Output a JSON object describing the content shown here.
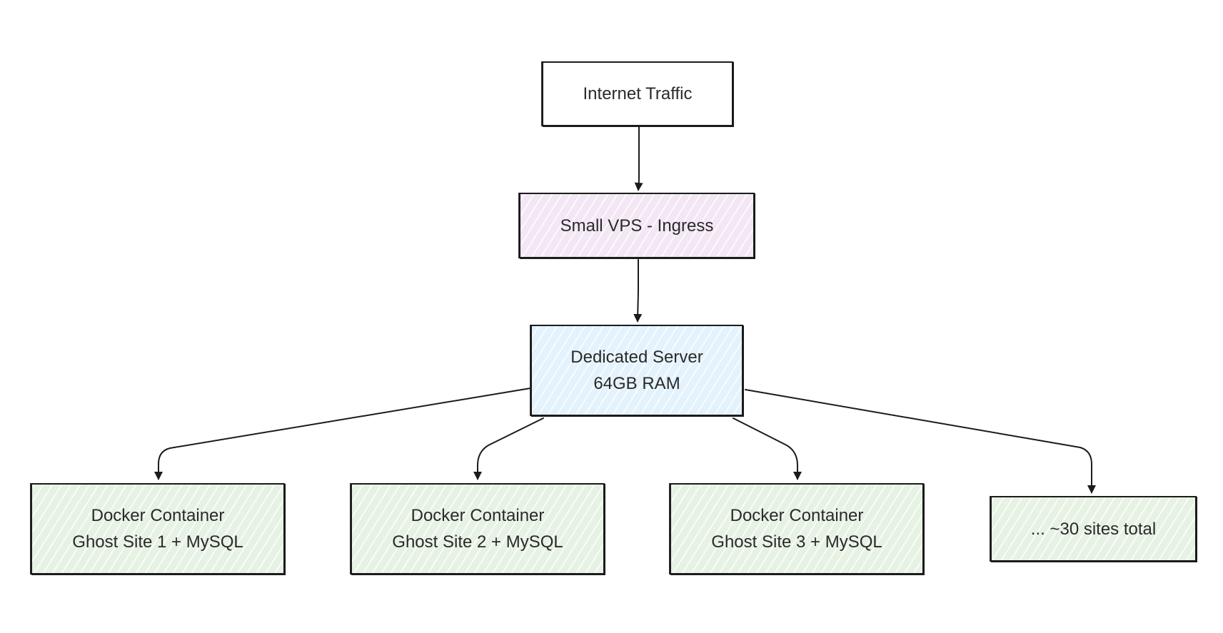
{
  "diagram": {
    "nodes": {
      "internet": {
        "line1": "Internet Traffic"
      },
      "vps": {
        "line1": "Small VPS - Ingress"
      },
      "server": {
        "line1": "Dedicated Server",
        "line2": "64GB RAM"
      },
      "container1": {
        "line1": "Docker Container",
        "line2": "Ghost Site 1 + MySQL"
      },
      "container2": {
        "line1": "Docker Container",
        "line2": "Ghost Site 2 + MySQL"
      },
      "container3": {
        "line1": "Docker Container",
        "line2": "Ghost Site 3 + MySQL"
      },
      "more": {
        "line1": "... ~30 sites total"
      }
    },
    "colors": {
      "stroke": "#1b1b1b",
      "vps_fill": "#f3e6f5",
      "server_fill": "#e3f2fc",
      "container_fill": "#e6f2e3"
    }
  }
}
